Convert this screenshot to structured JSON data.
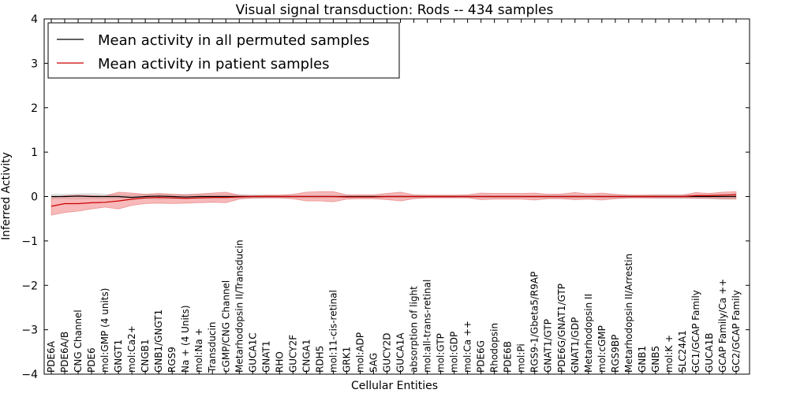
{
  "chart_data": {
    "type": "line",
    "title": "Visual signal transduction: Rods -- 434 samples",
    "xlabel": "Cellular Entities",
    "ylabel": "Inferred Activity",
    "ylim": [
      -4,
      4
    ],
    "yticks": [
      "4",
      "3",
      "2",
      "1",
      "0",
      "−1",
      "−2",
      "−3",
      "−4"
    ],
    "grid": false,
    "legend_position": "top-left",
    "categories": [
      "PDE6A",
      "PDE6A/B",
      "CNG Channel",
      "PDE6",
      "mol:GMP (4 units)",
      "GNGT1",
      "mol:Ca2+",
      "CNGB1",
      "GNB1/GNGT1",
      "RGS9",
      "Na + (4 Units)",
      "mol:Na +",
      "Transducin",
      "cGMP/CNG Channel",
      "Metarhodopsin II/Transducin",
      "GUCA1C",
      "GNAT1",
      "RHO",
      "GUCY2F",
      "CNGA1",
      "RDH5",
      "mol:11-cis-retinal",
      "GRK1",
      "mol:ADP",
      "SAG",
      "GUCY2D",
      "GUCA1A",
      "absorption of light",
      "mol:all-trans-retinal",
      "mol:GTP",
      "mol:GDP",
      "mol:Ca ++",
      "PDE6G",
      "Rhodopsin",
      "PDE6B",
      "mol:Pi",
      "RGS9-1/Gbeta5/R9AP",
      "GNAT1/GTP",
      "PDE6G/GNAT1/GTP",
      "GNAT1/GDP",
      "Metarhodopsin II",
      "mol:cGMP",
      "RGS9BP",
      "Metarhodopsin II/Arrestin",
      "GNB1",
      "GNB5",
      "mol:K +",
      "SLC24A1",
      "GC1/GCAP Family",
      "GUCA1B",
      "GCAP Family/Ca ++",
      "GC2/GCAP Family"
    ],
    "series": [
      {
        "name": "Mean activity in all permuted samples",
        "color": "#000000",
        "band_color": "#bbbbbb",
        "values": [
          0.0,
          0.0,
          0.01,
          0.0,
          0.0,
          0.0,
          -0.02,
          0.0,
          0.01,
          0.0,
          -0.01,
          0.0,
          0.0,
          0.0,
          0.0,
          0.0,
          0.0,
          0.0,
          0.0,
          0.0,
          0.0,
          0.0,
          0.0,
          0.0,
          0.0,
          0.0,
          0.0,
          0.0,
          0.0,
          0.0,
          0.0,
          0.0,
          0.0,
          0.0,
          0.0,
          0.0,
          0.0,
          0.0,
          0.0,
          0.0,
          0.0,
          0.0,
          0.0,
          0.0,
          0.0,
          0.0,
          0.0,
          0.0,
          0.0,
          0.0,
          0.0,
          0.0
        ],
        "lower": [
          -0.06,
          -0.06,
          -0.07,
          -0.06,
          -0.06,
          -0.06,
          -0.06,
          -0.06,
          -0.07,
          -0.06,
          -0.06,
          -0.06,
          -0.06,
          -0.06,
          -0.05,
          -0.05,
          -0.04,
          -0.04,
          -0.03,
          -0.03,
          -0.03,
          -0.03,
          -0.03,
          -0.03,
          -0.03,
          -0.03,
          -0.03,
          -0.03,
          -0.03,
          -0.03,
          -0.03,
          -0.03,
          -0.03,
          -0.03,
          -0.03,
          -0.03,
          -0.03,
          -0.04,
          -0.04,
          -0.04,
          -0.04,
          -0.04,
          -0.04,
          -0.04,
          -0.04,
          -0.05,
          -0.05,
          -0.05,
          -0.05,
          -0.06,
          -0.07,
          -0.07
        ],
        "upper": [
          0.06,
          0.06,
          0.07,
          0.08,
          0.06,
          0.06,
          0.05,
          0.06,
          0.07,
          0.06,
          0.06,
          0.06,
          0.06,
          0.06,
          0.05,
          0.05,
          0.04,
          0.04,
          0.03,
          0.03,
          0.03,
          0.03,
          0.03,
          0.03,
          0.03,
          0.03,
          0.03,
          0.03,
          0.03,
          0.03,
          0.03,
          0.03,
          0.03,
          0.03,
          0.03,
          0.03,
          0.03,
          0.04,
          0.04,
          0.04,
          0.04,
          0.04,
          0.04,
          0.04,
          0.04,
          0.05,
          0.05,
          0.05,
          0.05,
          0.06,
          0.07,
          0.07
        ]
      },
      {
        "name": "Mean activity in patient samples",
        "color": "#cc0000",
        "band_color": "#f08080",
        "values": [
          -0.22,
          -0.16,
          -0.16,
          -0.14,
          -0.13,
          -0.1,
          -0.06,
          -0.03,
          -0.02,
          -0.03,
          -0.04,
          -0.03,
          -0.02,
          -0.02,
          -0.01,
          0.0,
          0.0,
          0.0,
          0.0,
          0.0,
          0.0,
          0.0,
          -0.01,
          -0.01,
          -0.01,
          0.0,
          0.0,
          0.0,
          0.0,
          0.0,
          0.0,
          0.0,
          0.0,
          0.0,
          0.0,
          0.0,
          0.0,
          0.0,
          0.0,
          0.0,
          0.0,
          0.0,
          0.0,
          0.0,
          0.0,
          0.0,
          0.0,
          0.0,
          0.02,
          0.02,
          0.03,
          0.04
        ],
        "lower": [
          -0.42,
          -0.36,
          -0.33,
          -0.28,
          -0.24,
          -0.28,
          -0.2,
          -0.16,
          -0.15,
          -0.16,
          -0.15,
          -0.14,
          -0.13,
          -0.14,
          -0.06,
          -0.03,
          -0.03,
          -0.03,
          -0.05,
          -0.1,
          -0.1,
          -0.12,
          -0.06,
          -0.05,
          -0.05,
          -0.07,
          -0.1,
          -0.05,
          -0.03,
          -0.03,
          -0.03,
          -0.03,
          -0.07,
          -0.06,
          -0.06,
          -0.06,
          -0.08,
          -0.05,
          -0.05,
          -0.07,
          -0.06,
          -0.08,
          -0.05,
          -0.03,
          -0.03,
          -0.03,
          -0.03,
          -0.03,
          -0.04,
          -0.04,
          -0.05,
          -0.05
        ],
        "upper": [
          -0.03,
          0.02,
          0.03,
          0.02,
          0.01,
          0.1,
          0.08,
          0.05,
          0.07,
          0.05,
          0.04,
          0.06,
          0.08,
          0.1,
          0.03,
          0.02,
          0.03,
          0.03,
          0.05,
          0.1,
          0.11,
          0.11,
          0.04,
          0.04,
          0.04,
          0.07,
          0.1,
          0.04,
          0.03,
          0.03,
          0.03,
          0.04,
          0.08,
          0.07,
          0.07,
          0.07,
          0.08,
          0.05,
          0.06,
          0.09,
          0.06,
          0.08,
          0.05,
          0.03,
          0.03,
          0.03,
          0.03,
          0.03,
          0.09,
          0.07,
          0.1,
          0.11
        ]
      }
    ]
  }
}
